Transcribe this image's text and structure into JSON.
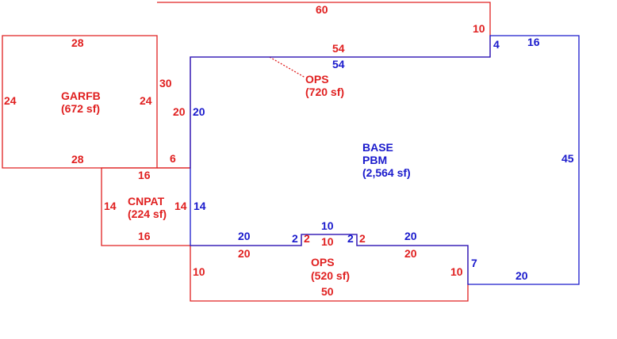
{
  "colors": {
    "red": "#e02020",
    "blue": "#1a1acc"
  },
  "areas": {
    "garfb": {
      "name": "GARFB",
      "size": "(672 sf)"
    },
    "ops_upper": {
      "name": "OPS",
      "size": "(720 sf)"
    },
    "base": {
      "name": "BASE",
      "sub": "PBM",
      "size": "(2,564 sf)"
    },
    "cnpat": {
      "name": "CNPAT",
      "size": "(224 sf)"
    },
    "ops_lower": {
      "name": "OPS",
      "size": "(520 sf)"
    }
  },
  "dims": {
    "garfb_top": "28",
    "garfb_left": "24",
    "garfb_right": "24",
    "garfb_bottom": "28",
    "ops_up_top": "60",
    "ops_up_right": "10",
    "ops_up_bottom": "54",
    "ops_up_left": "30",
    "ops_up_inner": "20",
    "ops_up_step": "6",
    "base_top": "54",
    "base_step": "4",
    "base_top_right": "16",
    "base_right": "45",
    "base_left_upper": "20",
    "base_left_lower": "14",
    "base_bottom_right": "20",
    "base_step_right": "7",
    "base_lower_left": "20",
    "base_notch_left": "2",
    "base_notch_top": "10",
    "base_notch_right": "2",
    "base_lower_right": "20",
    "cnpat_top": "16",
    "cnpat_left": "14",
    "cnpat_right": "14",
    "cnpat_bottom": "16",
    "ops_lo_top_left": "20",
    "ops_lo_notch_left": "2",
    "ops_lo_notch_top": "10",
    "ops_lo_notch_right": "2",
    "ops_lo_top_right": "20",
    "ops_lo_left": "10",
    "ops_lo_right": "10",
    "ops_lo_bottom": "50"
  }
}
